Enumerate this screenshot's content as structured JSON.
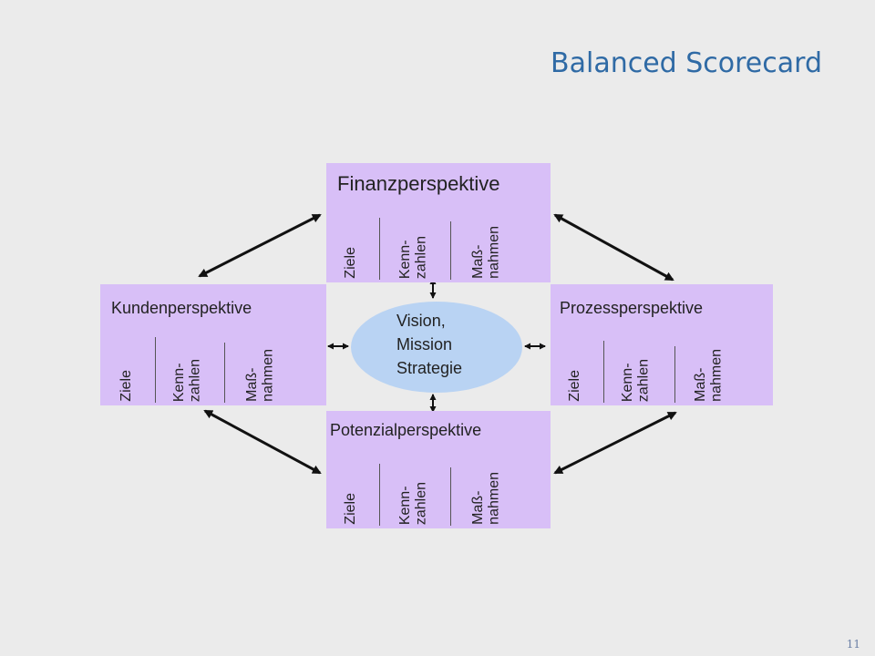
{
  "slide": {
    "title": "Balanced Scorecard",
    "page_number": "11"
  },
  "center": {
    "lines": [
      "Vision,",
      "Mission",
      "Strategie"
    ],
    "color": "#b9d3f3"
  },
  "box_color": "#d8bff7",
  "perspectives": {
    "finanz": {
      "title": "Finanzperspektive",
      "columns": [
        "Ziele",
        "Kenn-\nzahlen",
        "Maß-\nnahmen"
      ]
    },
    "kunden": {
      "title": "Kundenperspektive",
      "columns": [
        "Ziele",
        "Kenn-\nzahlen",
        "Maß-\nnahmen"
      ]
    },
    "prozess": {
      "title": "Prozessperspektive",
      "columns": [
        "Ziele",
        "Kenn-\nzahlen",
        "Maß-\nnahmen"
      ]
    },
    "potenzial": {
      "title": "Potenzialperspektive",
      "columns": [
        "Ziele",
        "Kenn-\nzahlen",
        "Maß-\nnahmen"
      ]
    }
  },
  "connections": [
    {
      "from": "finanz",
      "to": "kunden",
      "type": "double-arrow"
    },
    {
      "from": "finanz",
      "to": "prozess",
      "type": "double-arrow"
    },
    {
      "from": "kunden",
      "to": "potenzial",
      "type": "double-arrow"
    },
    {
      "from": "prozess",
      "to": "potenzial",
      "type": "double-arrow"
    },
    {
      "from": "center",
      "to": "finanz",
      "type": "double-arrow"
    },
    {
      "from": "center",
      "to": "kunden",
      "type": "double-arrow"
    },
    {
      "from": "center",
      "to": "prozess",
      "type": "double-arrow"
    },
    {
      "from": "center",
      "to": "potenzial",
      "type": "double-arrow"
    }
  ]
}
